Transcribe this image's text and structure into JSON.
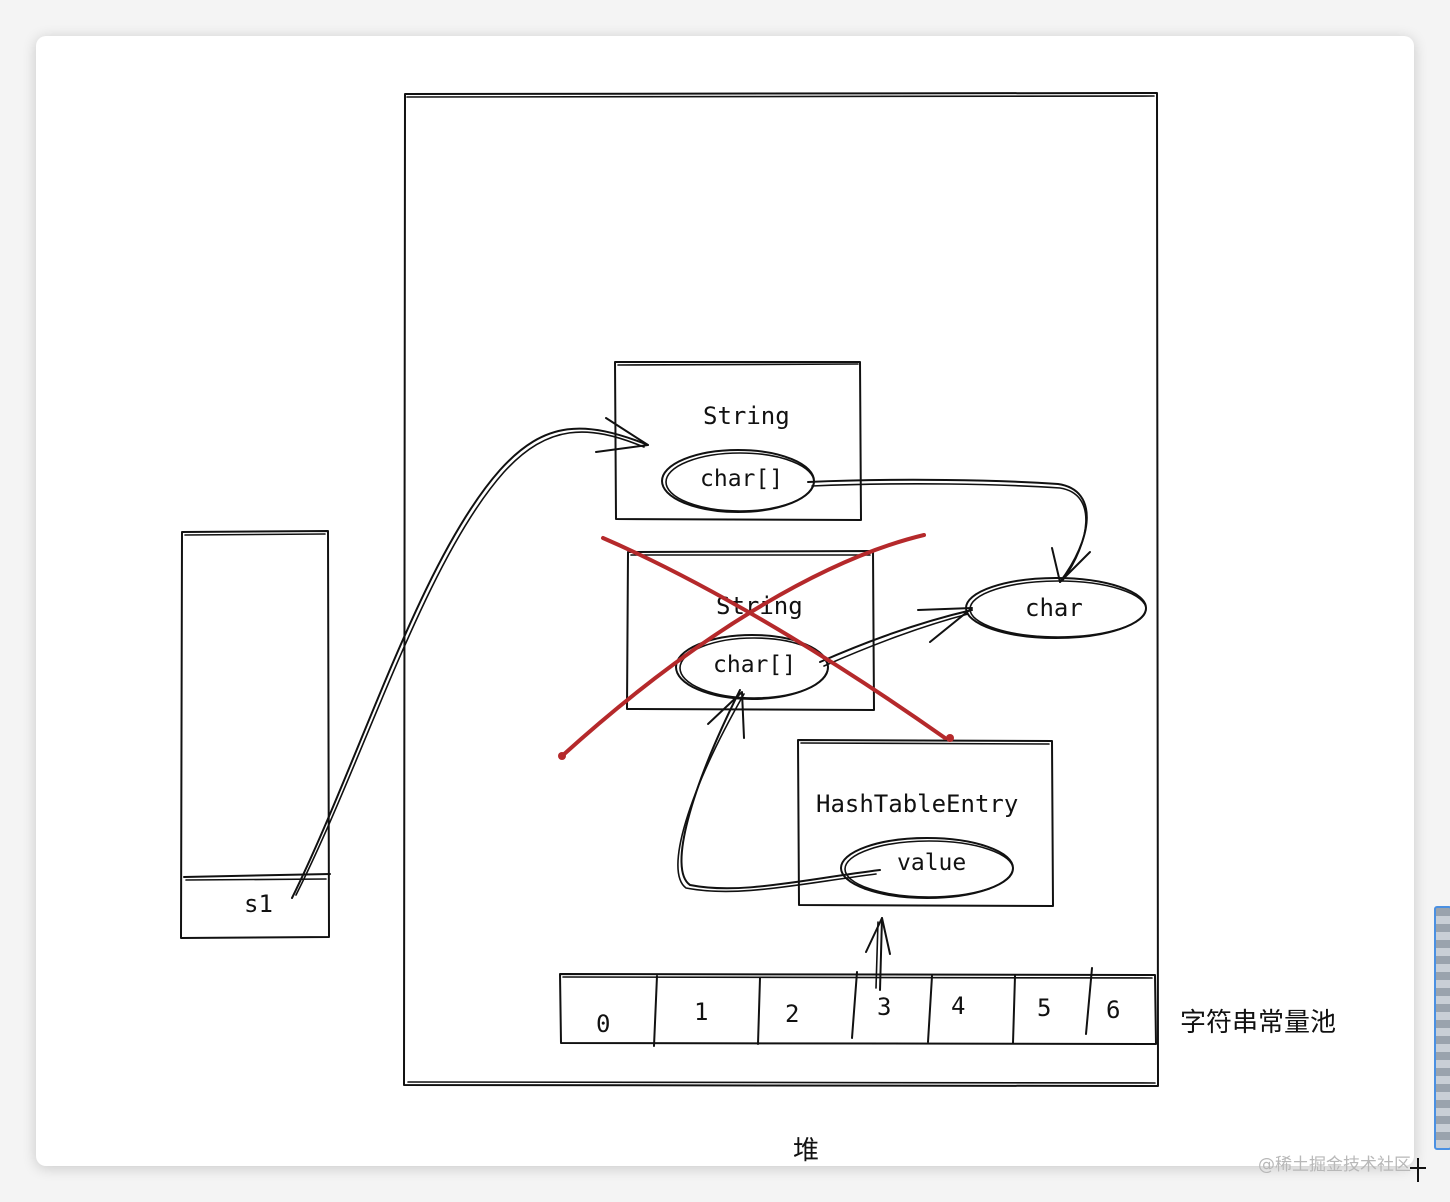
{
  "diagram": {
    "stack_slot_label": "s1",
    "heap_label": "堆",
    "string_pool_label": "字符串常量池",
    "string_object_1": {
      "title": "String",
      "field": "char[]"
    },
    "string_object_2": {
      "title": "String",
      "field": "char[]",
      "crossed_out": true
    },
    "char_node_label": "char",
    "hash_entry": {
      "title": "HashTableEntry",
      "field": "value"
    },
    "pool_indices": [
      "0",
      "1",
      "2",
      "3",
      "4",
      "5",
      "6"
    ]
  },
  "watermark": "@稀土掘金技术社区",
  "colors": {
    "ink": "#111111",
    "cross": "#b5292b",
    "card": "#ffffff"
  }
}
